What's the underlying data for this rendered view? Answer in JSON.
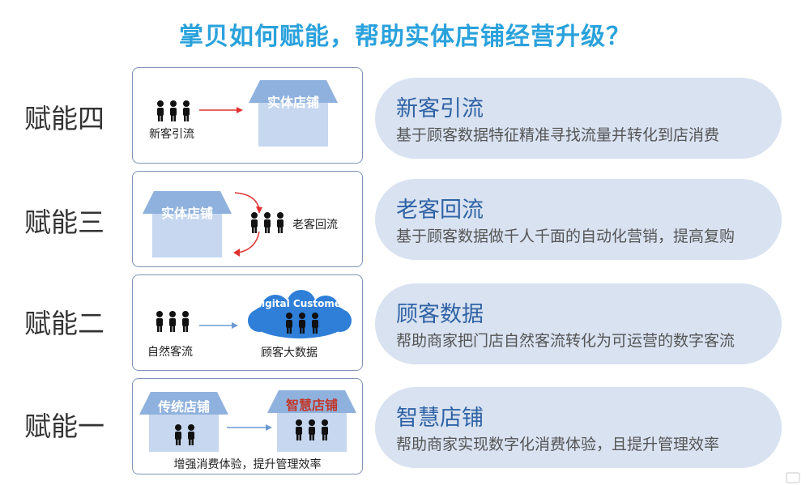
{
  "title": "掌贝如何赋能，帮助实体店铺经营升级？",
  "rows": [
    {
      "level": "赋能四",
      "head": "新客引流",
      "sub": "基于顾客数据特征精准寻找流量并转化到店消费",
      "panel": {
        "people_label": "新客引流",
        "store_label": "实体店铺"
      }
    },
    {
      "level": "赋能三",
      "head": "老客回流",
      "sub": "基于顾客数据做千人千面的自动化营销，提高复购",
      "panel": {
        "store_label": "实体店铺",
        "people_label": "老客回流"
      }
    },
    {
      "level": "赋能二",
      "head": "顾客数据",
      "sub": "帮助商家把门店自然客流转化为可运营的数字客流",
      "panel": {
        "people_label": "自然客流",
        "cloud_title": "Digital Customer",
        "cloud_label": "顾客大数据"
      }
    },
    {
      "level": "赋能一",
      "head": "智慧店铺",
      "sub": "帮助商家实现数字化消费体验，且提升管理效率",
      "panel": {
        "store_left_label": "传统店铺",
        "store_right_label": "智慧店铺",
        "caption": "增强消费体验，提升管理效率"
      }
    }
  ],
  "colors": {
    "title": "#2aa2dc",
    "box_fill": "#d9e2f1",
    "box_head": "#2f63a5",
    "arrow_red": "#e03030",
    "arrow_blue": "#6c9bd2",
    "store_roof": "#8fb1dd",
    "store_body": "#c6d7ef",
    "cloud": "#2f7fd8"
  }
}
